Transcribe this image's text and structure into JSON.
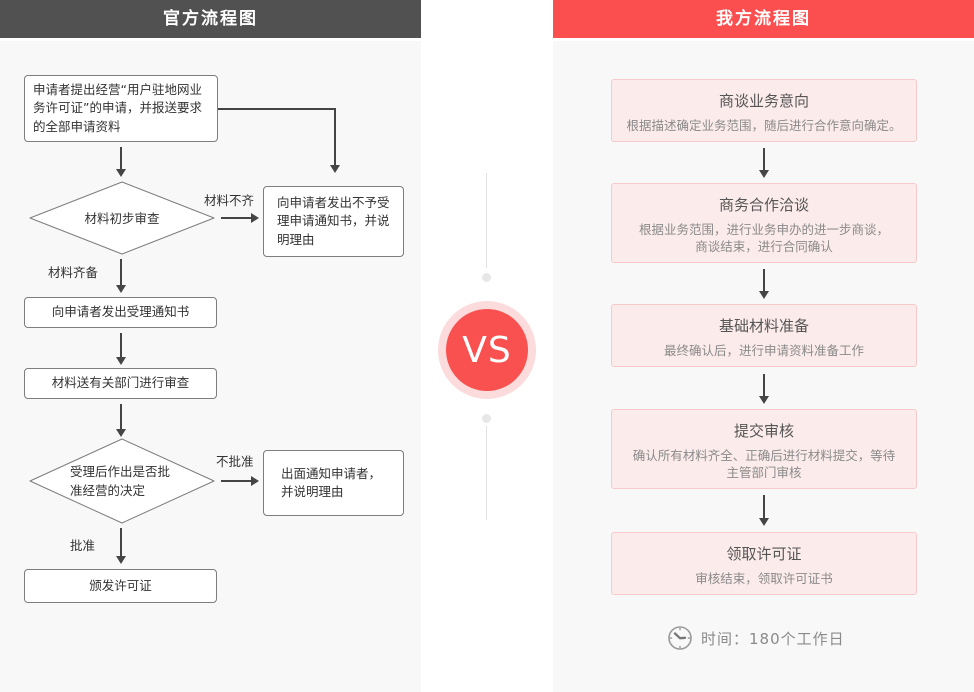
{
  "left": {
    "title": "官方流程图",
    "box_apply": "申请者提出经营“用户驻地网业务许可证”的申请，并报送要求的全部申请资料",
    "diamond_initial_review": "材料初步审查",
    "label_materials_incomplete": "材料不齐",
    "box_reject_notice": "向申请者发出不予受理申请通知书，并说明理由",
    "label_materials_ready": "材料齐备",
    "box_accept_notice": "向申请者发出受理通知书",
    "box_dept_review": "材料送有关部门进行审查",
    "diamond_approval_decision": "受理后作出是否批准经营的决定",
    "label_not_approved": "不批准",
    "box_notify_reject": "出面通知申请者，并说明理由",
    "label_approved": "批准",
    "box_issue_license": "颁发许可证"
  },
  "center": {
    "vs": "VS"
  },
  "right": {
    "title": "我方流程图",
    "steps": [
      {
        "title": "商谈业务意向",
        "desc": [
          "根据描述确定业务范围，随后进行合作意向确定。"
        ]
      },
      {
        "title": "商务合作洽谈",
        "desc": [
          "根据业务范围，进行业务申办的进一步商谈，",
          "商谈结束，进行合同确认"
        ]
      },
      {
        "title": "基础材料准备",
        "desc": [
          "最终确认后，进行申请资料准备工作"
        ]
      },
      {
        "title": "提交审核",
        "desc": [
          "确认所有材料齐全、正确后进行材料提交，等待",
          "主管部门审核"
        ]
      },
      {
        "title": "领取许可证",
        "desc": [
          "审核结束，领取许可证书"
        ]
      }
    ],
    "duration_note": "时间：180个工作日"
  },
  "colors": {
    "left_header_bg": "#515151",
    "right_header_bg": "#fb4e4e",
    "panel_bg": "#f8f8f8",
    "flow_box_border": "#7d7d7d",
    "connector": "#454545",
    "step_box_bg": "#fcebeb",
    "step_box_border": "#f6caca",
    "vs_ring": "#fbdbdb",
    "vs_circle": "#f85150",
    "muted_text": "#8a8a8a"
  }
}
